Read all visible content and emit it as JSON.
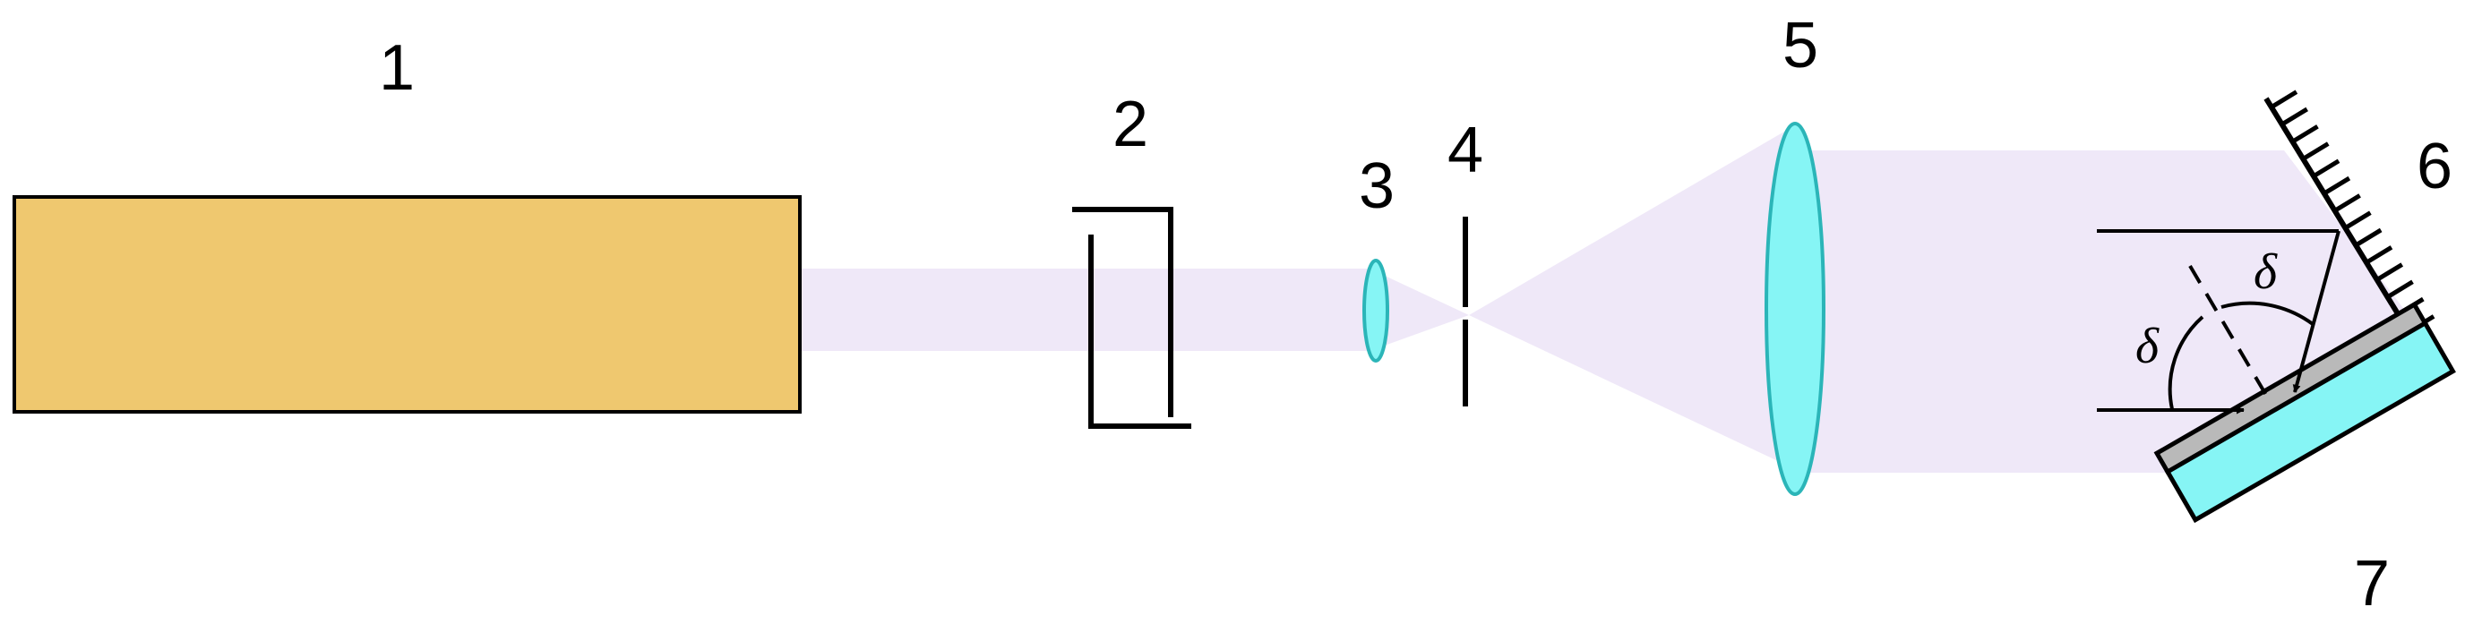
{
  "labels": {
    "laser": "1",
    "shutter": "2",
    "objective_lens": "3",
    "pinhole": "4",
    "collimating_lens": "5",
    "mirror": "6",
    "sample": "7"
  },
  "angle_symbol": "δ",
  "colors": {
    "laser_body": "#EFC86F",
    "beam": "#EFE8F8",
    "lens": "#86F5F5",
    "lens_stroke": "#2BB5B8",
    "substrate": "#86F5F5",
    "film": "#B9B9B9",
    "line": "#000000"
  }
}
